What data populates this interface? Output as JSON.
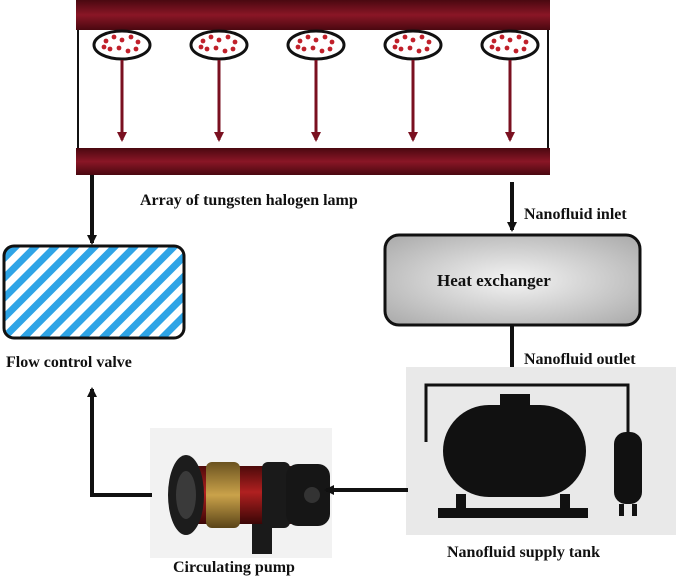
{
  "labels": {
    "lamp_array": "Array of tungsten halogen lamp",
    "nanofluid_inlet": "Nanofluid inlet",
    "heat_exchanger": "Heat exchanger",
    "nanofluid_outlet": "Nanofluid outlet",
    "flow_control_valve": "Flow control valve",
    "supply_tank": "Nanofluid supply tank",
    "circulating_pump": "Circulating pump"
  },
  "lamp_count": 5,
  "colors": {
    "lamp_bar": "#7a1020",
    "lamp_arrow": "#7a1020",
    "lamp_dots": "#c0202a",
    "valve_hatch": "#2ea4e6",
    "heat_exchanger_fill": "#cfcfcf",
    "tank": "#111111",
    "pump_body": "#8c1a1a"
  },
  "icons": {
    "lamp": "halogen-lamp-icon",
    "tank": "tank-icon",
    "pump": "circulating-pump-icon"
  }
}
